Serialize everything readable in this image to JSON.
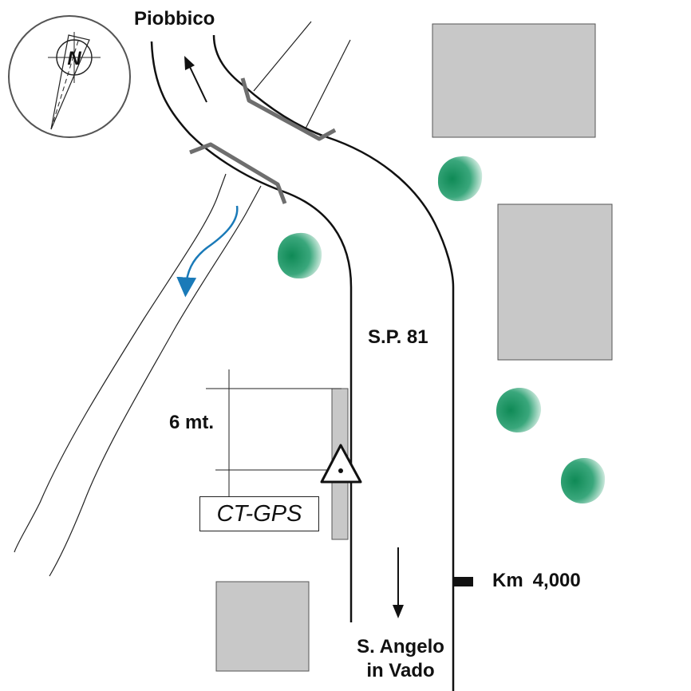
{
  "labels": {
    "top_destination": "Piobbico",
    "road_name": "S.P. 81",
    "distance": "6 mt.",
    "station": "CT-GPS",
    "km_marker_prefix": "Km",
    "km_marker_value": "4,000",
    "bottom_destination_line1": "S. Angelo",
    "bottom_destination_line2": "in Vado"
  },
  "compass": {
    "letter": "N",
    "icon": "compass-icon"
  },
  "colors": {
    "building": "#c8c8c8",
    "bridge": "#6e6e6e",
    "river_flow": "#1a7ab8",
    "tree": "#1f9a6a",
    "line": "#111111"
  },
  "icons": {
    "station_marker": "triangle-benchmark-icon",
    "km_marker": "kilometer-post-icon",
    "tree": "tree-icon",
    "building": "building-icon"
  }
}
